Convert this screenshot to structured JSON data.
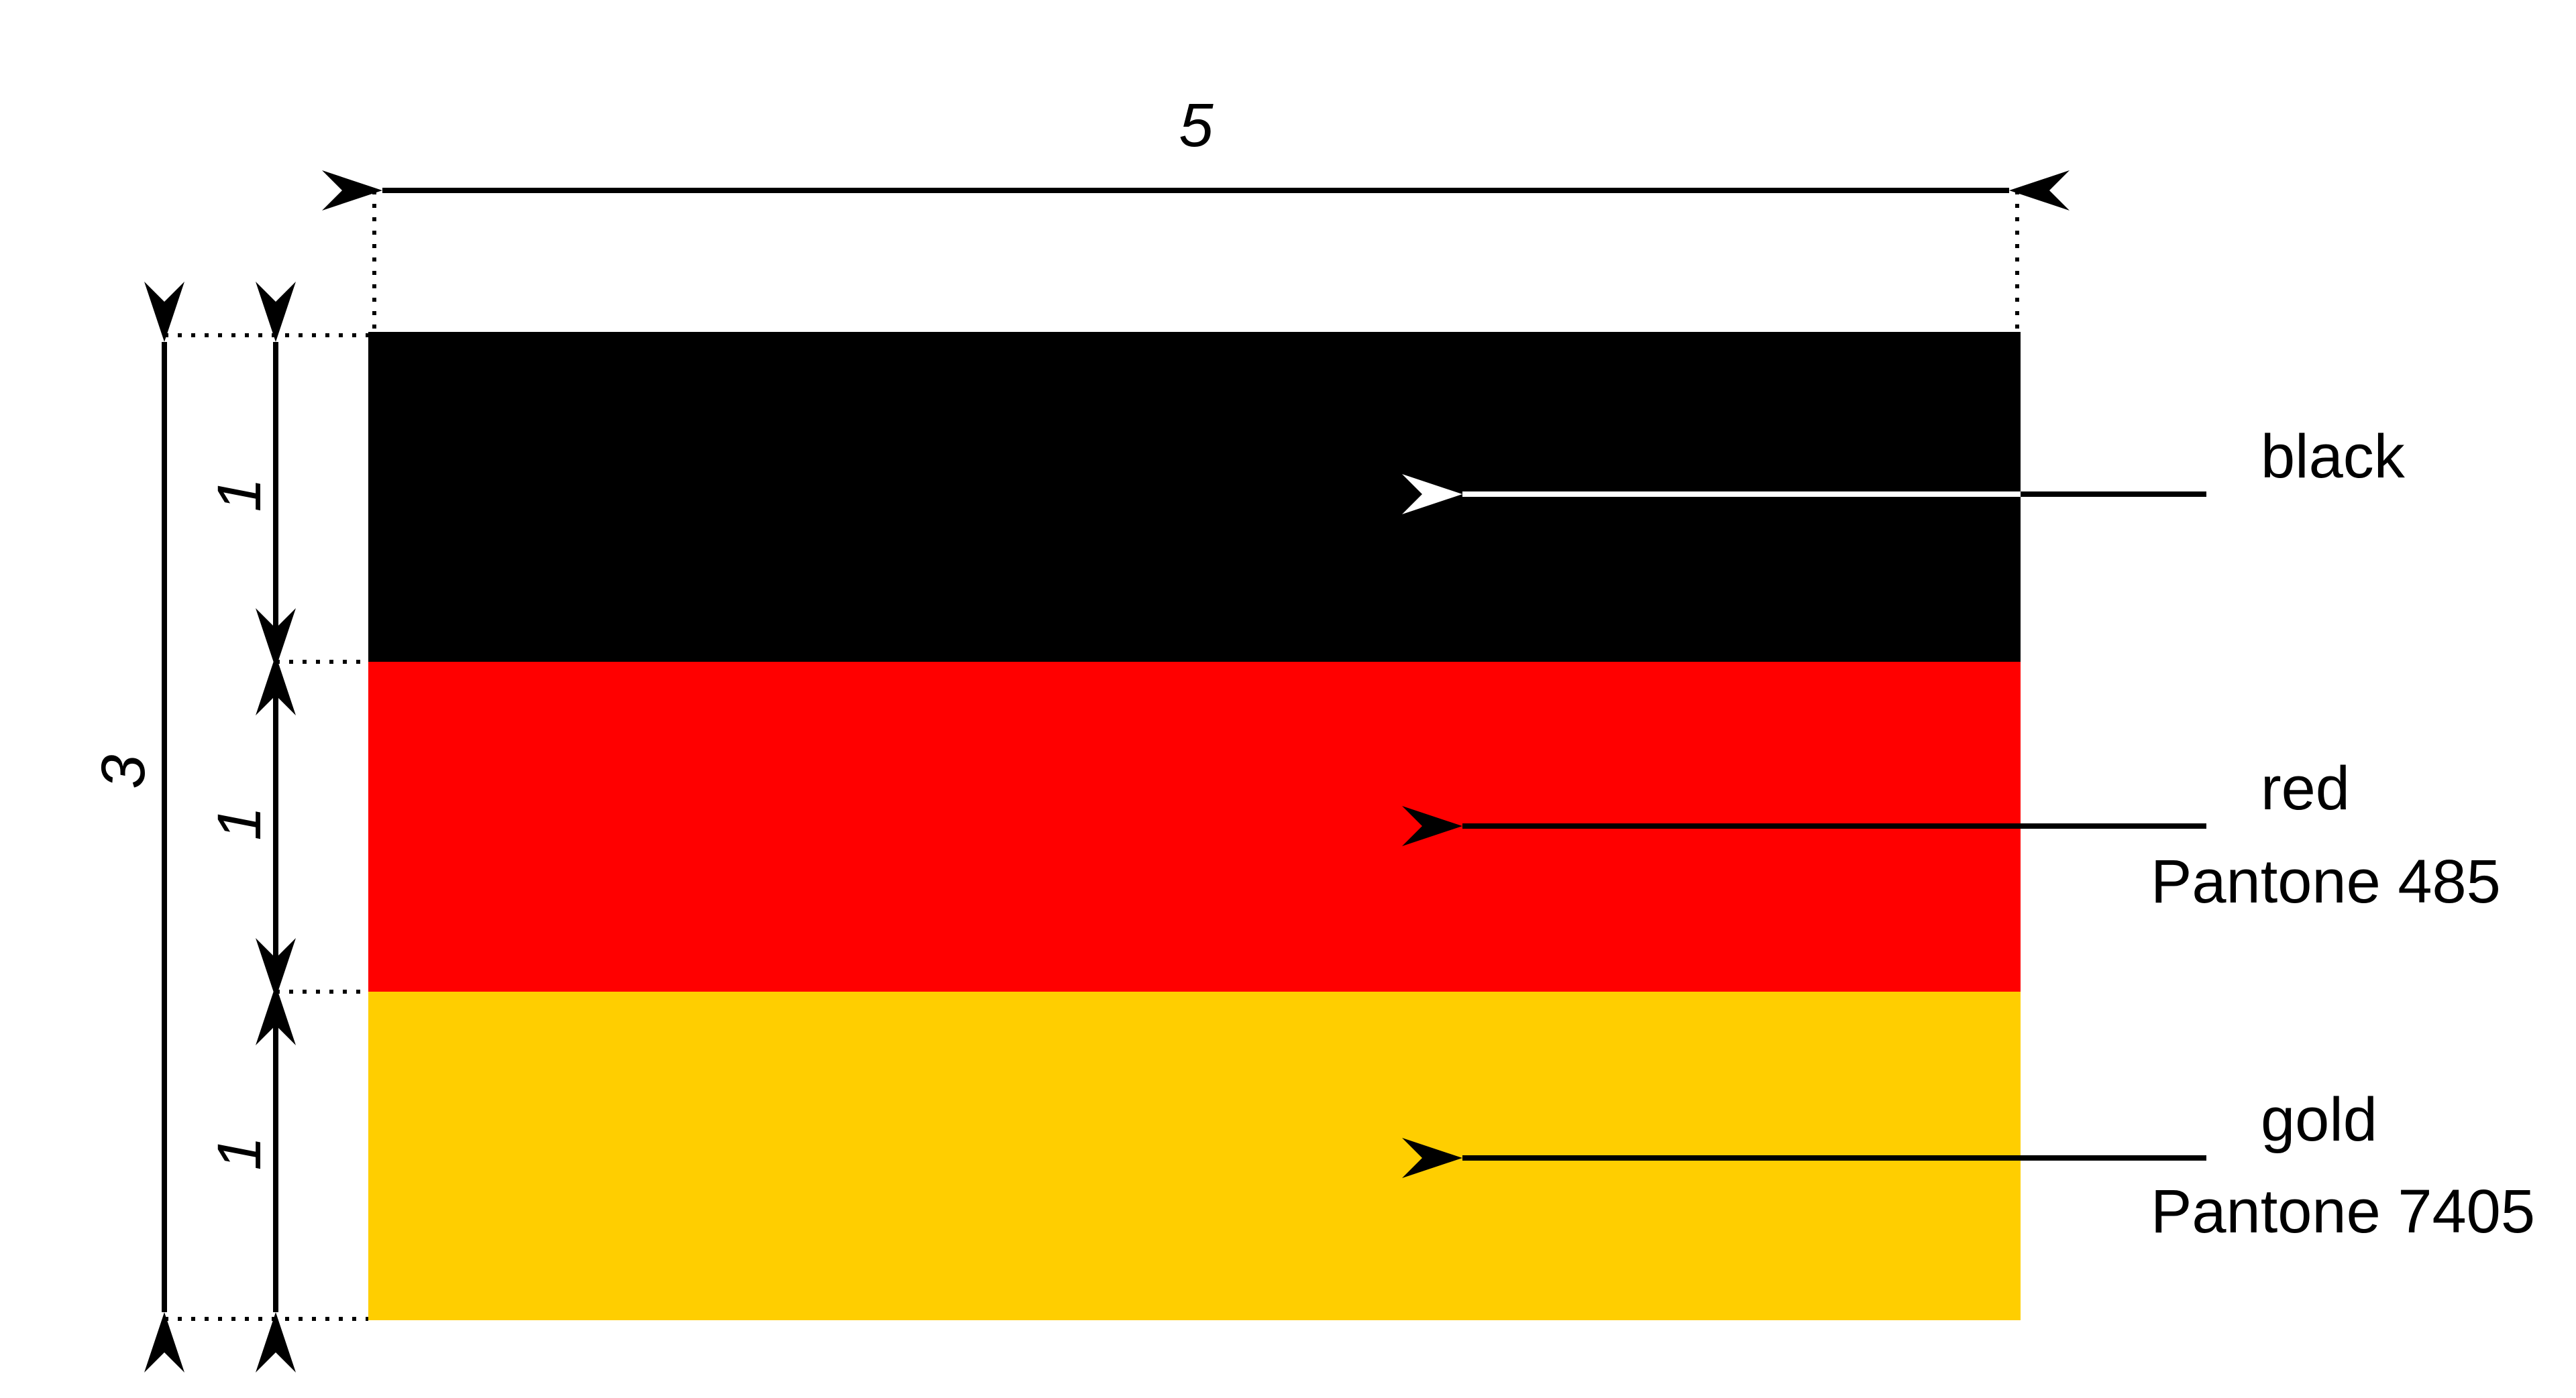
{
  "dimensions": {
    "width_label": "5",
    "height_label": "3",
    "stripe_labels": [
      "1",
      "1",
      "1"
    ]
  },
  "stripes": [
    {
      "name": "black",
      "color": "#000000",
      "label": "black",
      "pantone": ""
    },
    {
      "name": "red",
      "color": "#FF0000",
      "label": "red",
      "pantone": "Pantone 485"
    },
    {
      "name": "gold",
      "color": "#FFCE00",
      "label": "gold",
      "pantone": "Pantone 7405"
    }
  ]
}
